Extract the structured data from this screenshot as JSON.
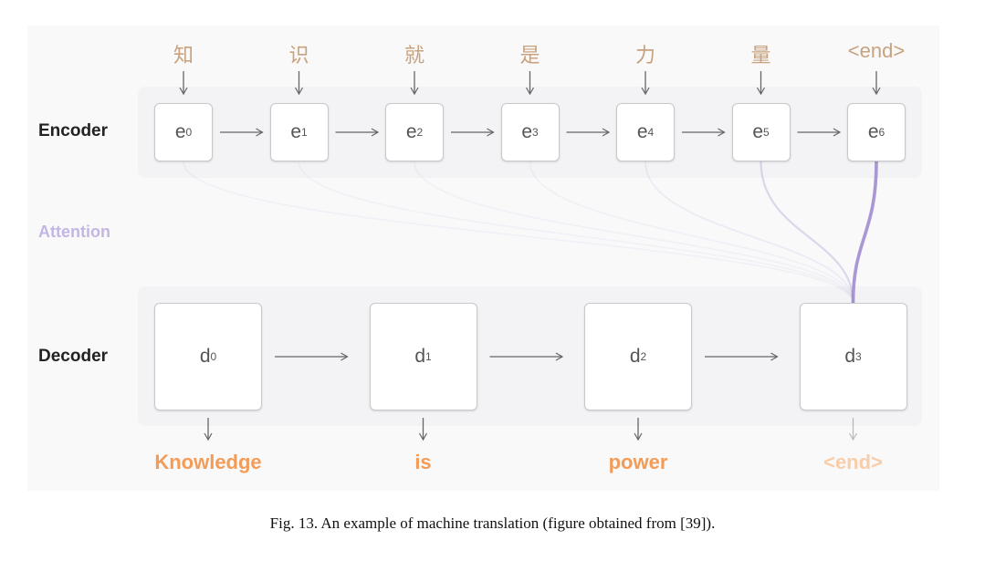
{
  "labels": {
    "encoder": "Encoder",
    "attention": "Attention",
    "decoder": "Decoder"
  },
  "source_tokens": [
    "知",
    "识",
    "就",
    "是",
    "力",
    "量",
    "<end>"
  ],
  "encoder_nodes": [
    {
      "base": "e",
      "sub": "0"
    },
    {
      "base": "e",
      "sub": "1"
    },
    {
      "base": "e",
      "sub": "2"
    },
    {
      "base": "e",
      "sub": "3"
    },
    {
      "base": "e",
      "sub": "4"
    },
    {
      "base": "e",
      "sub": "5"
    },
    {
      "base": "e",
      "sub": "6"
    }
  ],
  "decoder_nodes": [
    {
      "base": "d",
      "sub": "0"
    },
    {
      "base": "d",
      "sub": "1"
    },
    {
      "base": "d",
      "sub": "2"
    },
    {
      "base": "d",
      "sub": "3"
    }
  ],
  "target_tokens": [
    "Knowledge",
    "is",
    "power",
    "<end>"
  ],
  "attention_weights_to_d3": [
    0.05,
    0.04,
    0.06,
    0.08,
    0.12,
    0.3,
    0.85
  ],
  "colors": {
    "source_token": "#c8a27e",
    "target_token": "#f39c58",
    "target_end": "#f7cdaa",
    "attention": "#9b87cc"
  },
  "caption": "Fig. 13.  An example of machine translation (figure obtained from [39])."
}
